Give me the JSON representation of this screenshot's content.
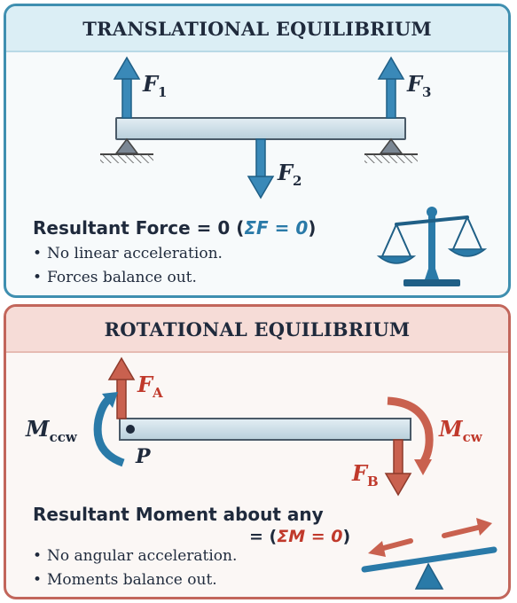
{
  "translational": {
    "title": "TRANSLATIONAL EQUILIBRIUM",
    "forces": [
      {
        "symbol": "F",
        "subscript": "1"
      },
      {
        "symbol": "F",
        "subscript": "2"
      },
      {
        "symbol": "F",
        "subscript": "3"
      }
    ],
    "resultant_prefix": "Resultant Force = 0 (",
    "resultant_eq": "ΣF = 0",
    "resultant_suffix": ")",
    "bullets": [
      "No linear acceleration.",
      "Forces balance out."
    ],
    "icon": "balance-scale-icon",
    "accent_color": "#3f8fb0"
  },
  "rotational": {
    "title": "ROTATIONAL EQUILIBRIUM",
    "forces": [
      {
        "symbol": "F",
        "subscript": "A"
      },
      {
        "symbol": "F",
        "subscript": "B"
      }
    ],
    "moments": [
      {
        "symbol": "M",
        "subscript": "ccw"
      },
      {
        "symbol": "M",
        "subscript": "cw"
      }
    ],
    "pivot_label": "P",
    "resultant_line1": "Resultant Moment about any",
    "resultant_line2_prefix": "= (",
    "resultant_eq": "ΣM = 0",
    "resultant_line2_suffix": ")",
    "bullets": [
      "No angular acceleration.",
      "Moments balance out."
    ],
    "icon": "seesaw-icon",
    "accent_color": "#c2665b"
  }
}
